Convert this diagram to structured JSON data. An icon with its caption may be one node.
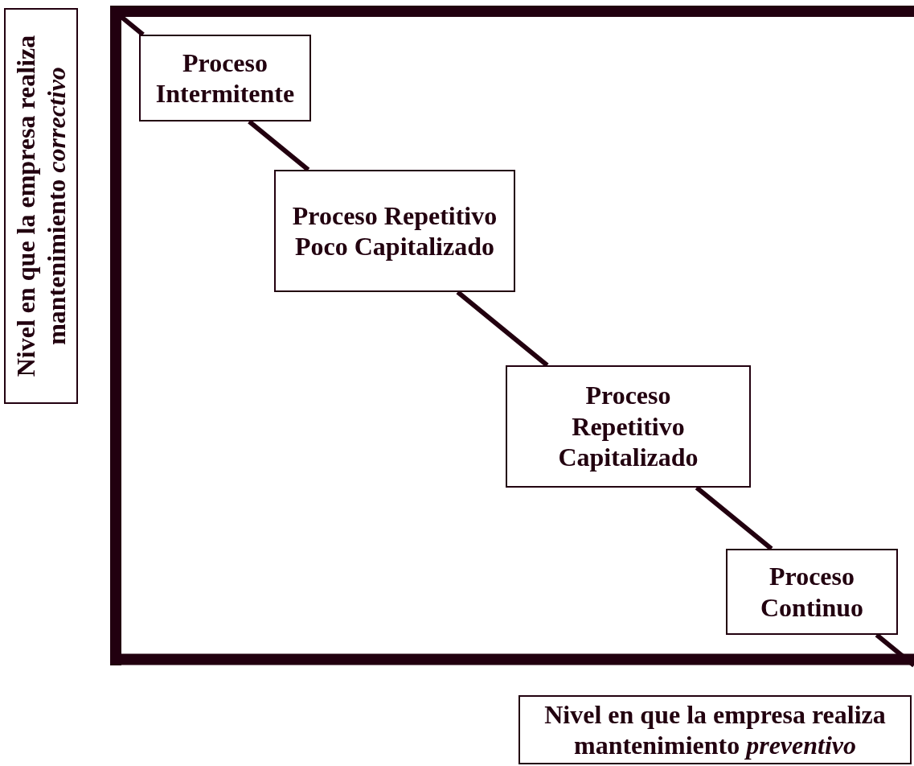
{
  "diagram": {
    "nodes": [
      {
        "text": [
          "Nivel en que la empresa realiza mantenimiento *correctivo*"
        ]
      },
      {
        "text": [
          "Proceso Intermitente"
        ]
      },
      {
        "text": [
          "Proceso Repetitivo Poco Capitalizado"
        ]
      },
      {
        "text": [
          "Proceso Repetitivo Capitalizado"
        ]
      },
      {
        "text": [
          "Proceso Continuo"
        ]
      },
      {
        "text": [
          "Nivel en que la empresa realiza mantenimiento *preventivo*"
        ]
      }
    ],
    "edges": [
      {
        "from": null,
        "to": 1,
        "arrow": "none"
      },
      {
        "from": 1,
        "to": 2,
        "arrow": "none"
      },
      {
        "from": 2,
        "to": 3,
        "arrow": "none"
      },
      {
        "from": 3,
        "to": 4,
        "arrow": "none"
      },
      {
        "from": 4,
        "to": null,
        "arrow": "none"
      }
    ]
  }
}
